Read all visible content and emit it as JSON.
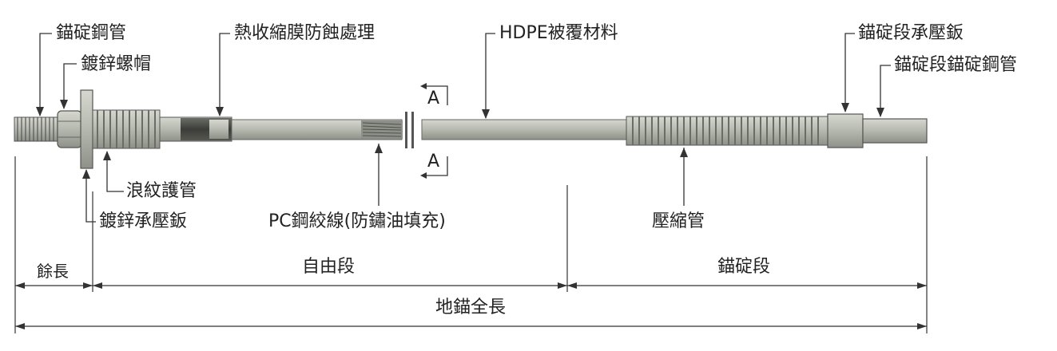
{
  "labels": {
    "anchor_strand": "錨碇鋼管",
    "galv_nut": "鍍鋅螺帽",
    "heat_shrink": "熱收縮膜防蝕處理",
    "hdpe": "HDPE被覆材料",
    "bearing_plate_top": "錨碇段承壓鈑",
    "anchor_pipe_top": "錨碇段錨碇鋼管",
    "corrugated": "浪紋護管",
    "galv_plate": "鍍鋅承壓鈑",
    "pc_strand": "PC鋼絞線(防鏽油填充)",
    "compression": "壓縮管"
  },
  "section_marks": {
    "top": "A",
    "bottom": "A"
  },
  "dimensions": {
    "excess": "餘長",
    "free": "自由段",
    "anchor": "錨碇段",
    "total": "地錨全長"
  },
  "colors": {
    "rod": "#b9bcb2",
    "rod_dark": "#8a8d84",
    "line": "#333333",
    "strand": "#6b6e66"
  }
}
